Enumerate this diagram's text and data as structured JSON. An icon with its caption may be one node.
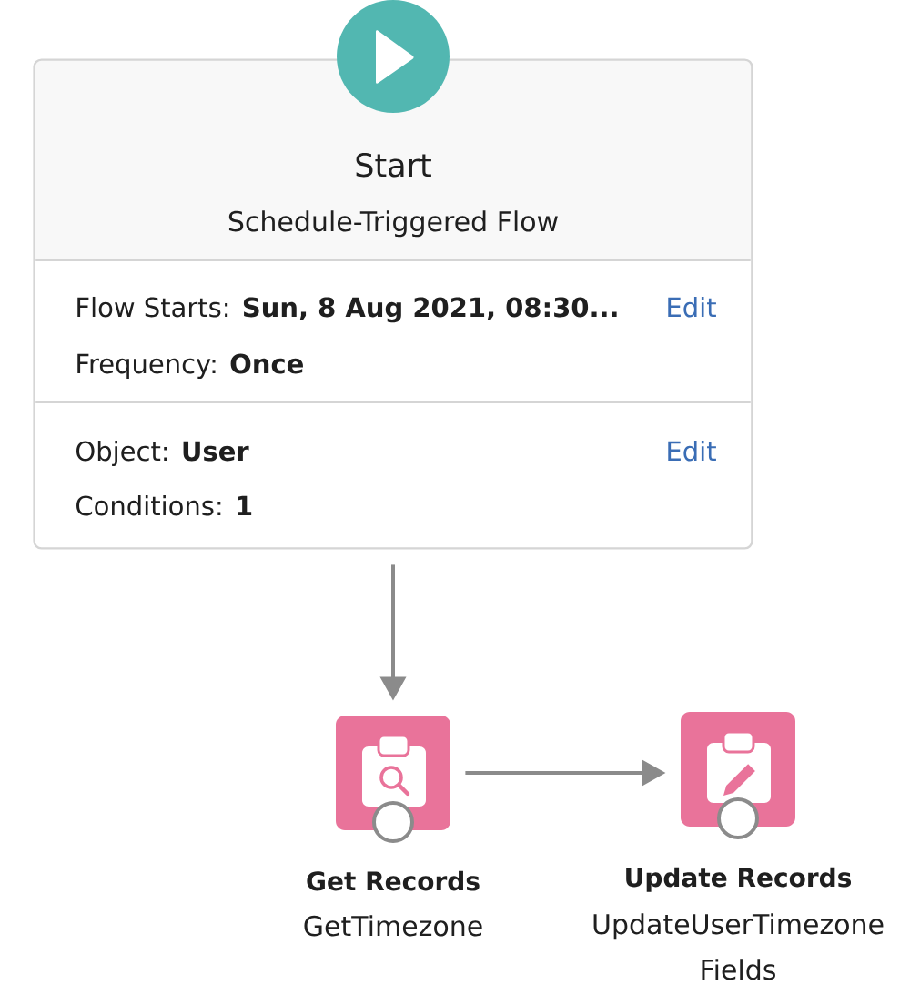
{
  "diagram": {
    "nodes": [
      {
        "text": [
          "Start",
          "Schedule-Triggered Flow"
        ]
      },
      {
        "text": [
          "Flow Starts: **Sun, 8 Aug 2021, 08:30...**",
          "Edit",
          "Frequency: **Once**"
        ],
        "in": 0
      },
      {
        "text": [
          "Object: **User**",
          "Edit",
          "Conditions: **1**"
        ],
        "in": 0
      },
      {
        "text": [
          "Get Records",
          "GetTimezone"
        ]
      },
      {
        "text": [
          "Update Records",
          "UpdateUserTimezone Fields"
        ]
      }
    ],
    "edges": [
      {
        "from": 0,
        "to": 3,
        "arrow": "to"
      },
      {
        "from": 3,
        "to": 4,
        "arrow": "to"
      }
    ]
  }
}
